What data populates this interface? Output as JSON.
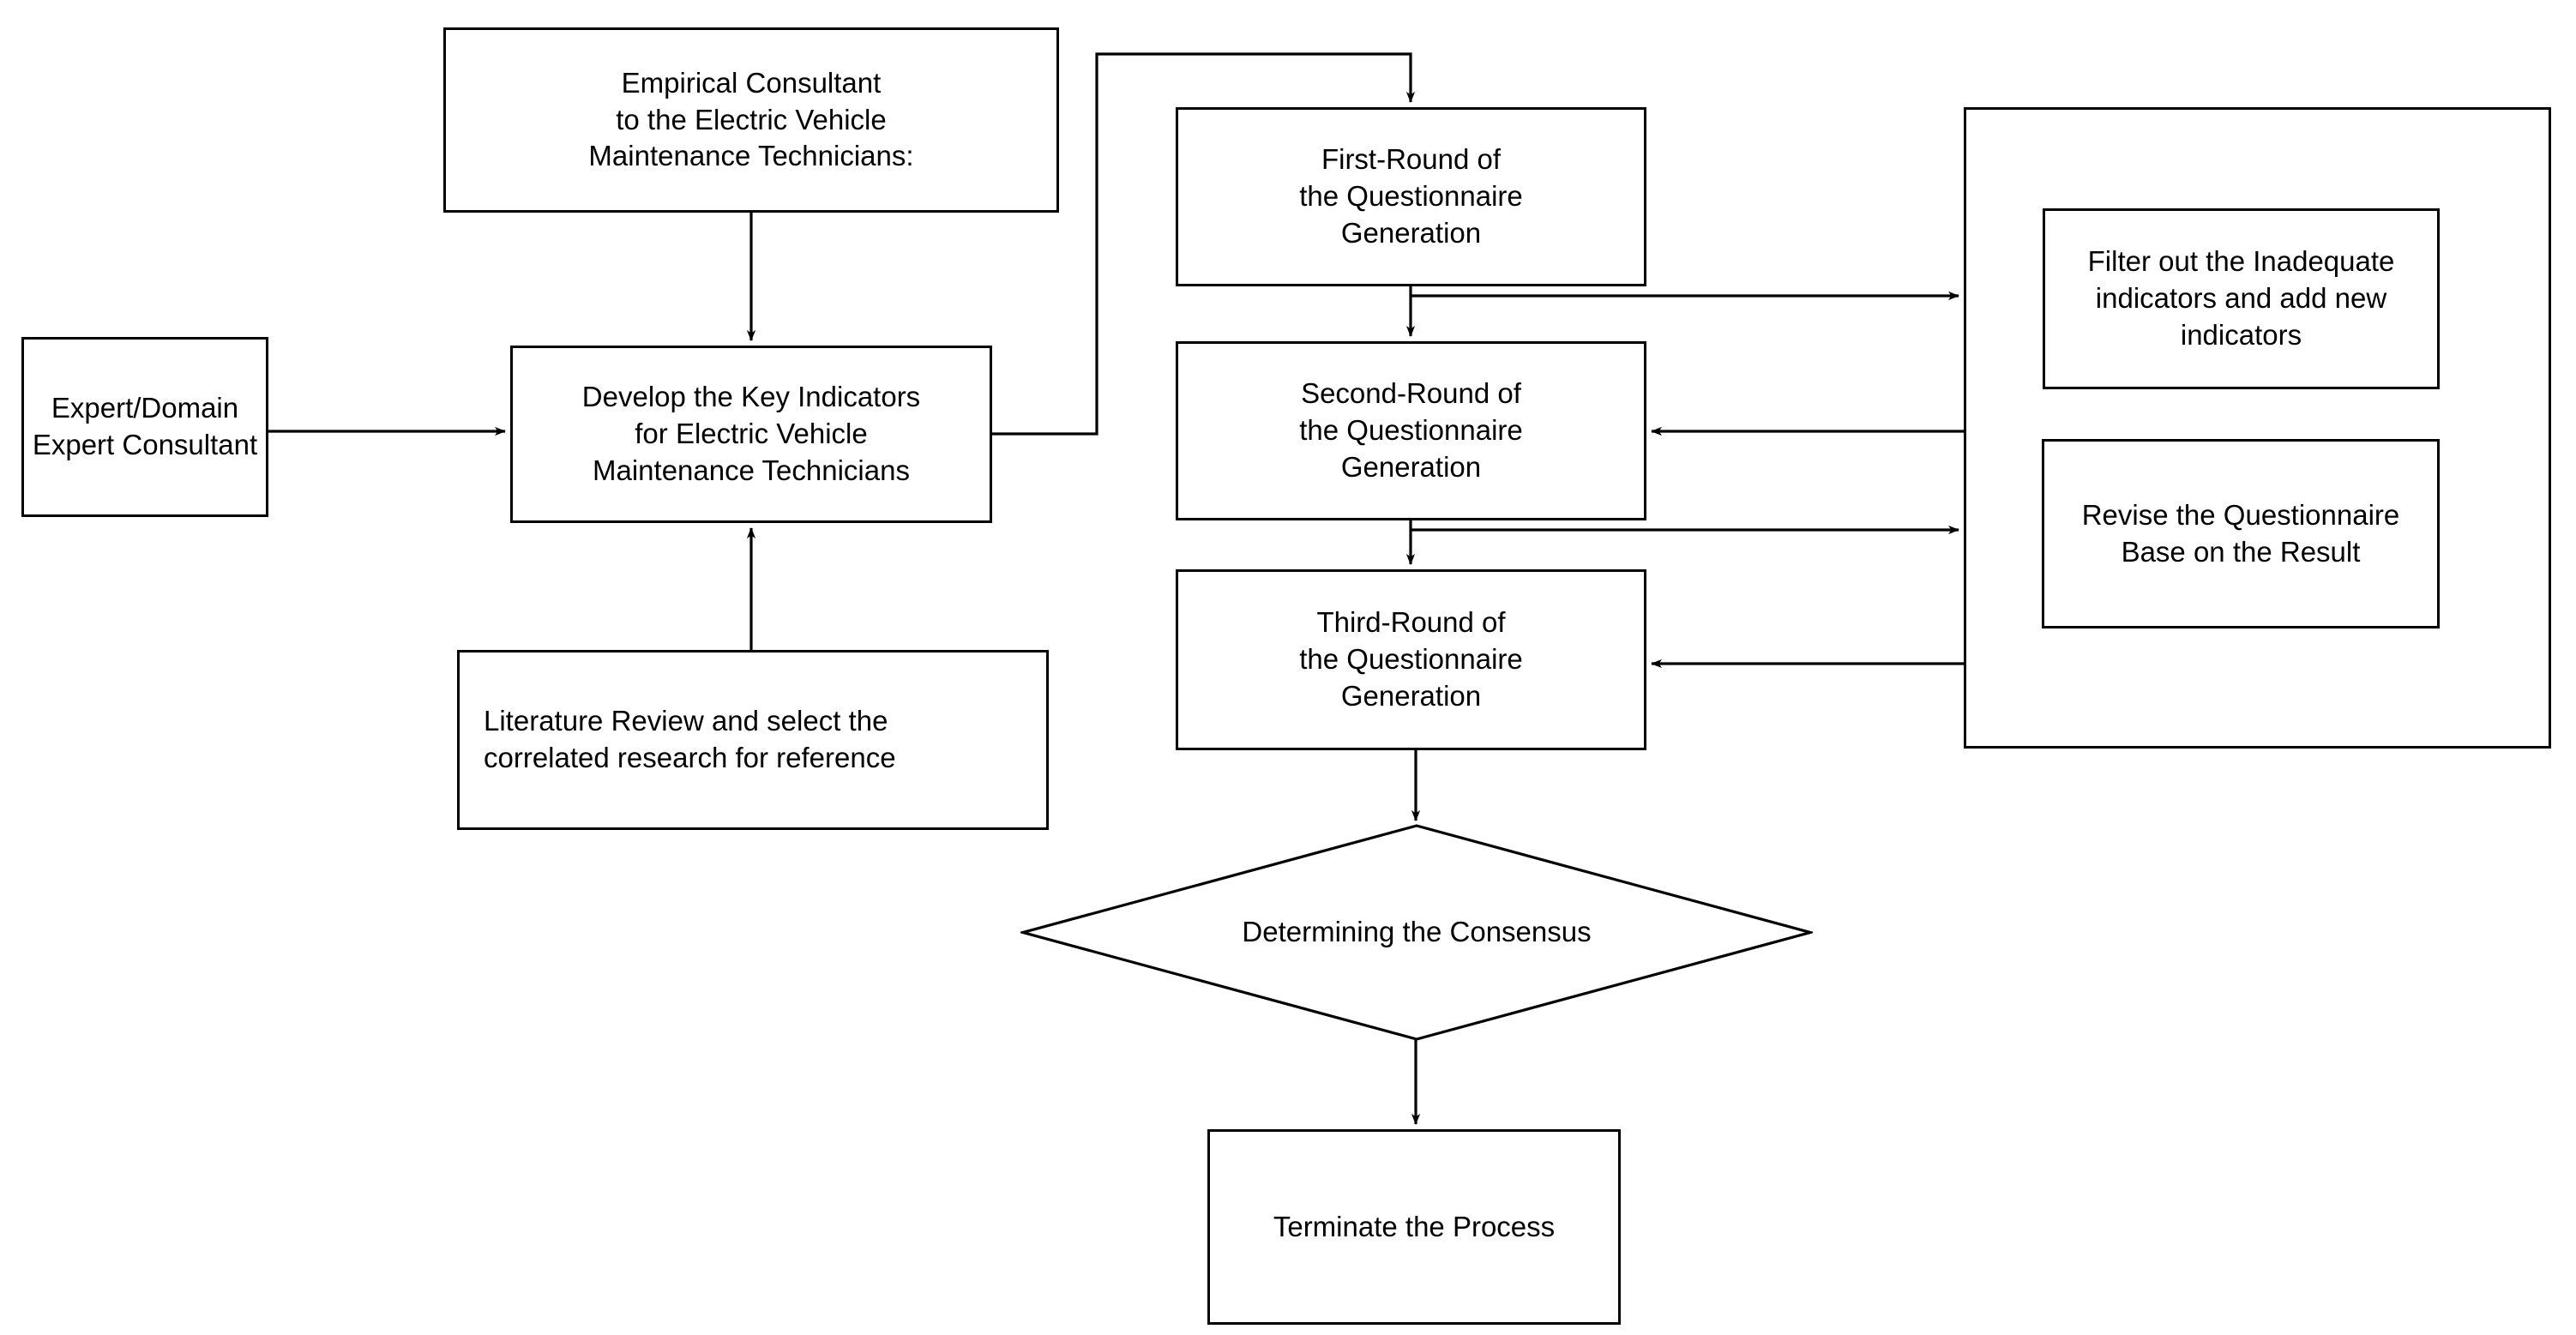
{
  "diagram": {
    "type": "flowchart",
    "title": "Delphi Questionnaire Process for Electric Vehicle Maintenance Technician Key Indicators",
    "background_color": "#ffffff",
    "line_color": "#000000",
    "text_color": "#000000"
  },
  "nodes": {
    "expert_consultant": {
      "label": "Expert/Domain\nExpert Consultant",
      "shape": "rectangle"
    },
    "empirical_consultant": {
      "label": "Empirical Consultant\nto the Electric Vehicle\nMaintenance Technicians:",
      "shape": "rectangle"
    },
    "develop_indicators": {
      "label": "Develop the Key Indicators\nfor Electric Vehicle\nMaintenance Technicians",
      "shape": "rectangle"
    },
    "literature_review": {
      "label": "Literature Review and select the\ncorrelated research for reference",
      "shape": "rectangle"
    },
    "first_round": {
      "label": "First-Round of\nthe Questionnaire\nGeneration",
      "shape": "rectangle"
    },
    "second_round": {
      "label": "Second-Round of\nthe Questionnaire\nGeneration",
      "shape": "rectangle"
    },
    "third_round": {
      "label": "Third-Round of\nthe Questionnaire\nGeneration",
      "shape": "rectangle"
    },
    "review_group": {
      "label": "",
      "shape": "container"
    },
    "filter_indicators": {
      "label": "Filter out the Inadequate\nindicators and add new\nindicators",
      "shape": "rectangle"
    },
    "revise_questionnaire": {
      "label": "Revise the Questionnaire\nBase on the Result",
      "shape": "rectangle"
    },
    "determining_consensus": {
      "label": "Determining the Consensus",
      "shape": "diamond"
    },
    "terminate_process": {
      "label": "Terminate the Process",
      "shape": "rectangle"
    }
  },
  "edges": [
    {
      "from": "expert_consultant",
      "to": "develop_indicators",
      "style": "arrow"
    },
    {
      "from": "empirical_consultant",
      "to": "develop_indicators",
      "style": "arrow"
    },
    {
      "from": "literature_review",
      "to": "develop_indicators",
      "style": "arrow"
    },
    {
      "from": "develop_indicators",
      "to": "first_round",
      "style": "arrow-elbow"
    },
    {
      "from": "first_round",
      "to": "second_round",
      "style": "arrow"
    },
    {
      "from": "second_round",
      "to": "third_round",
      "style": "arrow"
    },
    {
      "from": "first_round",
      "to": "review_group",
      "style": "arrow"
    },
    {
      "from": "review_group",
      "to": "second_round",
      "style": "arrow"
    },
    {
      "from": "second_round",
      "to": "review_group",
      "style": "arrow"
    },
    {
      "from": "review_group",
      "to": "third_round",
      "style": "arrow"
    },
    {
      "from": "filter_indicators",
      "to": "revise_questionnaire",
      "style": "arrow"
    },
    {
      "from": "third_round",
      "to": "determining_consensus",
      "style": "arrow"
    },
    {
      "from": "determining_consensus",
      "to": "terminate_process",
      "style": "arrow"
    }
  ]
}
